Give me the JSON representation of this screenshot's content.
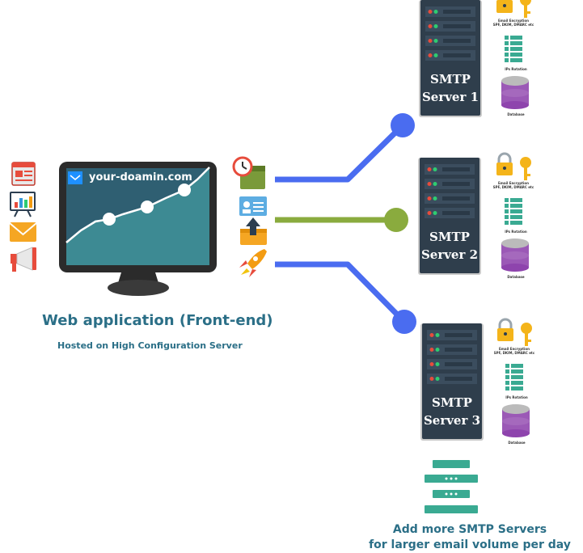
{
  "app": {
    "domain": "your-doamin.com",
    "title": "Web application (Front-end)",
    "subtitle": "Hosted on High Configuration Server"
  },
  "servers": [
    {
      "line1": "SMTP",
      "line2": "Server 1",
      "enc1": "Email Encryption",
      "enc2": "SPF, DKIM, DMARC etc",
      "ip": "IPs Rotation",
      "db": "Database"
    },
    {
      "line1": "SMTP",
      "line2": "Server 2",
      "enc1": "Email Encryption",
      "enc2": "SPF, DKIM, DMARC etc",
      "ip": "IPs Rotation",
      "db": "Database"
    },
    {
      "line1": "SMTP",
      "line2": "Server 3",
      "enc1": "Email Encryption",
      "enc2": "SPF, DKIM, DMARC etc",
      "ip": "IPs Rotation",
      "db": "Database"
    }
  ],
  "footer": {
    "line1": "Add more SMTP Servers",
    "line2": "for larger email volume per day"
  },
  "colors": {
    "teal": "#2b6f87",
    "connector_blue": "#4a6cf0",
    "connector_green": "#8aab3e",
    "server_dark": "#2f3e4c",
    "stack_teal": "#3aaa92",
    "db_purple": "#9b59b6",
    "lock_gold": "#f4b41a"
  },
  "icons": [
    "newspaper-icon",
    "presentation-chart-icon",
    "envelope-icon",
    "megaphone-icon",
    "clock-calendar-icon",
    "contact-card-icon",
    "upload-box-icon",
    "rocket-icon",
    "lock-key-icon",
    "server-list-icon",
    "database-icon",
    "server-stack-icon"
  ]
}
